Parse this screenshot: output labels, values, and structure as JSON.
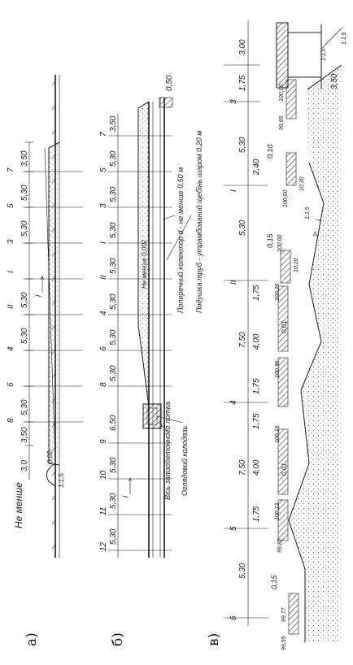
{
  "panels": {
    "a": {
      "label": "а)",
      "note": "Не менше",
      "dims": [
        "3,50",
        "5,30",
        "5,30",
        "5,30",
        "5,30",
        "5,30",
        "3,50",
        "3,0",
        "0,02"
      ],
      "stations": [
        "7",
        "5",
        "3",
        "I",
        "II",
        "4",
        "6",
        "8"
      ],
      "slope": "1:1,5",
      "flow_mark": "i"
    },
    "b": {
      "label": "б)",
      "dims": [
        "0,50",
        "3,50",
        "5,30",
        "5,30",
        "5,30",
        "5,30",
        "5,30",
        "5,30",
        "5,30",
        "6,50",
        "5,30",
        "5,30",
        "5,30"
      ],
      "stations": [
        "7",
        "5",
        "3",
        "I",
        "II",
        "4",
        "6",
        "8",
        "9",
        "10",
        "11",
        "12"
      ],
      "slope_note": "Не менше 0,002",
      "labels": {
        "collector": "Поперечний колектор d - не менше 0,50 м",
        "bedding": "Подушка труб - утрамбований щебінь шаром 0,20 м",
        "axis": "Вісь залізобетонного лотка",
        "well": "Оглядовий колодязь"
      },
      "flow_mark": "i"
    },
    "c": {
      "label": "в)",
      "dims": [
        "3,00",
        "1,75",
        "5,30",
        "2,40",
        "5,30",
        "1,75",
        "4,00",
        "1,75",
        "1,75",
        "4,00",
        "1,75",
        "5,30",
        "7,50",
        "7,50",
        "3,50"
      ],
      "stations": [
        "3",
        "I",
        "II",
        "4",
        "5",
        "6"
      ],
      "slopes": [
        "0,10",
        "0,15",
        "0,01",
        "0,01",
        "0,15"
      ],
      "elevations": [
        "100,05",
        "99,85",
        "100,00",
        "100,00",
        "100,20",
        "100,36",
        "100,16",
        "100,12",
        "99,82",
        "99,77",
        "99,55",
        "10,30",
        "10,20"
      ],
      "slope_marks": [
        "1:1,5",
        "1:1,5",
        "1:1,5"
      ],
      "flow_mark": "i"
    }
  }
}
